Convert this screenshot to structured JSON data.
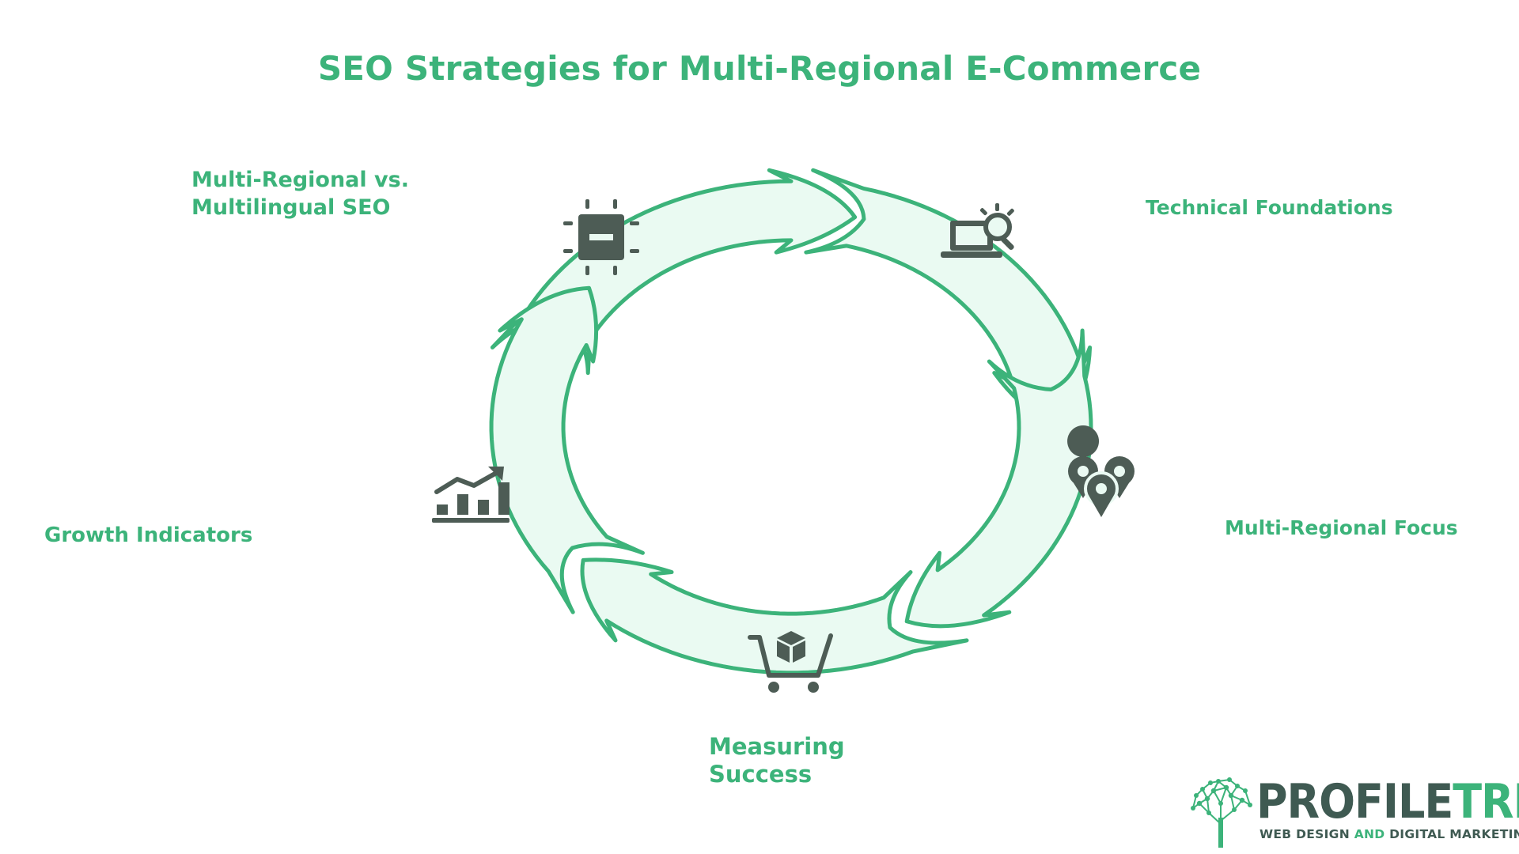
{
  "title": "SEO Strategies for Multi-Regional E-Commerce",
  "colors": {
    "accent": "#3cb37a",
    "fill": "#eafaf2",
    "icon": "#4d5c55"
  },
  "cycle": {
    "steps": [
      {
        "label_lines": [
          "Multi-Regional vs.",
          "Multilingual SEO"
        ],
        "icon": "cpu-chip-icon"
      },
      {
        "label_lines": [
          "Technical Foundations"
        ],
        "icon": "laptop-search-icon"
      },
      {
        "label_lines": [
          "Multi-Regional Focus"
        ],
        "icon": "map-pins-icon"
      },
      {
        "label_lines": [
          "Measuring",
          "Success"
        ],
        "icon": "shopping-cart-icon"
      },
      {
        "label_lines": [
          "Growth Indicators"
        ],
        "icon": "growth-chart-icon"
      }
    ]
  },
  "logo": {
    "word_part1": "PROFILE",
    "word_part2": "TREE",
    "tagline_part1": "WEB DESIGN",
    "tagline_part2": "AND",
    "tagline_part3": "DIGITAL MARKETING"
  }
}
